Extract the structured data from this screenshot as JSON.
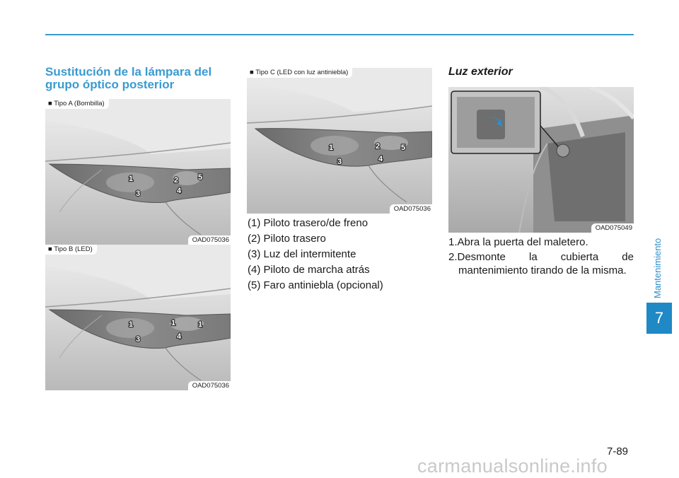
{
  "header": {
    "accent_color": "#3a9bd0"
  },
  "sidebar": {
    "section_title": "Mantenimiento",
    "chapter": "7",
    "chapter_color": "#1f89c6"
  },
  "section": {
    "title": "Sustitución de la lámpara del grupo óptico posterior"
  },
  "figures": {
    "type_a": {
      "label": "■ Tipo A (Bombilla)",
      "code": "OAD075036",
      "numbers": [
        "1",
        "2",
        "5",
        "3",
        "4"
      ]
    },
    "type_b": {
      "label": "■ Tipo B (LED)",
      "code": "OAD075036",
      "numbers": [
        "1",
        "1",
        "1",
        "3",
        "4"
      ]
    },
    "type_c": {
      "label": "■ Tipo C (LED con luz antiniebla)",
      "code": "OAD075036",
      "numbers": [
        "1",
        "2",
        "5",
        "3",
        "4"
      ]
    },
    "trunk": {
      "code": "OAD075049"
    }
  },
  "legend": [
    "(1) Piloto trasero/de freno",
    "(2) Piloto trasero",
    "(3) Luz del intermitente",
    "(4) Piloto de marcha atrás",
    "(5) Faro antiniebla (opcional)"
  ],
  "exterior": {
    "title": "Luz exterior",
    "steps": [
      "1.Abra la puerta del maletero.",
      "2.Desmonte la cubierta de mantenimiento tirando de la misma."
    ]
  },
  "footer": {
    "page_number": "7-89",
    "watermark": "carmanualsonline.info"
  }
}
